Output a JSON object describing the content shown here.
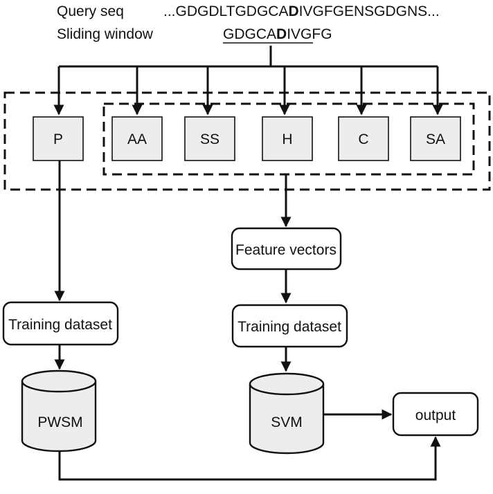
{
  "header": {
    "query_label": "Query seq",
    "window_label": "Sliding window",
    "query_seq_prefix": "...GDGDLTGDGCA",
    "query_seq_bold": "D",
    "query_seq_suffix": "IVGFGENSGDGNS...",
    "window_seq_prefix": "GDGCA",
    "window_seq_bold": "D",
    "window_seq_suffix": "IVGFG"
  },
  "feature_boxes": {
    "p": "P",
    "aa": "AA",
    "ss": "SS",
    "h": "H",
    "c": "C",
    "sa": "SA"
  },
  "left_branch": {
    "training_dataset": "Training dataset",
    "model": "PWSM"
  },
  "right_branch": {
    "feature_vectors": "Feature vectors",
    "training_dataset": "Training dataset",
    "model": "SVM"
  },
  "output": "output",
  "colors": {
    "box_fill": "#ededed",
    "stroke": "#111111"
  }
}
